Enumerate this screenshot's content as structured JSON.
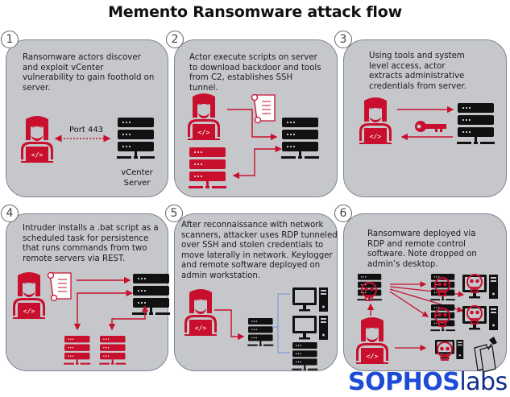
{
  "title": "Memento Ransomware attack flow",
  "colors": {
    "panel_bg": "#c5c7cb",
    "panel_border": "#7d8592",
    "attacker_red": "#c8102e",
    "server_black": "#111111",
    "network_line_blue": "#7f9fd6",
    "logo_blue": "#1c4bd6",
    "logo_dark_blue": "#0f2f8a"
  },
  "steps": [
    {
      "number": "1",
      "text": "Ransomware actors discover and exploit vCenter vulnerability to gain foothold on server.",
      "port_label": "Port 443",
      "server_label_line1": "vCenter",
      "server_label_line2": "Server",
      "icons": [
        "attacker-icon",
        "server-icon"
      ]
    },
    {
      "number": "2",
      "text": "Actor execute scripts on server to download backdoor and tools from C2, establishes SSH tunnel.",
      "icons": [
        "attacker-icon",
        "script-scroll-icon",
        "server-icon",
        "c2-server-icon"
      ]
    },
    {
      "number": "3",
      "text": "Using tools and system level access, actor extracts administrative credentials from server.",
      "icons": [
        "attacker-icon",
        "key-icon",
        "server-icon"
      ]
    },
    {
      "number": "4",
      "text": "Intruder installs a .bat script as a scheduled task for persistence that runs commands from two remote servers via REST.",
      "icons": [
        "attacker-icon",
        "script-scroll-icon",
        "server-icon",
        "remote-server-icon",
        "remote-server-icon"
      ]
    },
    {
      "number": "5",
      "text": "After reconnaissance with network scanners, attacker uses RDP tunneled over SSH and stolen credentials to move laterally in network. Keylogger and remote software deployed on admin workstation.",
      "icons": [
        "attacker-icon",
        "server-icon",
        "workstation-icon",
        "workstation-icon",
        "server-icon"
      ]
    },
    {
      "number": "6",
      "text": "Ransomware deployed via RDP and remote control software. Note dropped on admin’s desktop.",
      "icons": [
        "infected-server-icon",
        "attacker-icon",
        "infected-server-icon",
        "infected-workstation-icon",
        "ransom-note-icon"
      ]
    }
  ],
  "logo": {
    "part1": "SOPHOS",
    "part2": "labs"
  }
}
